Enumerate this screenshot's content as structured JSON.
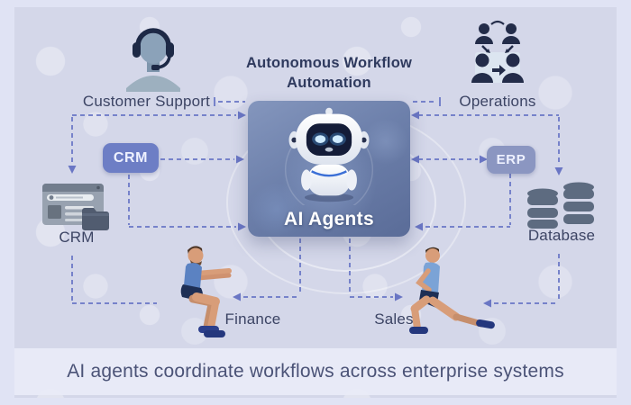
{
  "title": {
    "text": "Autonomous Workflow Automation"
  },
  "caption": {
    "text": "AI agents coordinate workflows across enterprise systems"
  },
  "center": {
    "label": "AI Agents",
    "icon": "robot-mascot"
  },
  "nodes": {
    "customer_support": {
      "label": "Customer Support",
      "icon": "headset-agent-icon"
    },
    "operations": {
      "label": "Operations",
      "icon": "people-workflow-icon"
    },
    "crm_system": {
      "label": "CRM",
      "icon": "browser-window-folder-icon"
    },
    "database": {
      "label": "Database",
      "icon": "database-cylinders-icon"
    },
    "finance": {
      "label": "Finance",
      "icon": "person-squatting-figure"
    },
    "sales": {
      "label": "Sales",
      "icon": "person-lunging-figure"
    }
  },
  "badges": {
    "crm": {
      "label": "CRM"
    },
    "erp": {
      "label": "ERP"
    }
  },
  "colors": {
    "background": "#d4d7e9",
    "frame": "#e0e3f4",
    "caption_bar": "#e9ebf7",
    "caption_text": "#4b5377",
    "heading_text": "#2f3a5e",
    "label_text": "#3c4464",
    "arrow": "#7682ca",
    "crm_badge_bg": "#6d7ec5",
    "erp_badge_bg": "#8b96c1",
    "ai_box_gradient_top": "#8496bd",
    "ai_box_gradient_bottom": "#5a6c98",
    "icon_dark_navy": "#1d2946",
    "database_icon": "#5d6b80",
    "shirt_blue": "#5b82c2"
  }
}
